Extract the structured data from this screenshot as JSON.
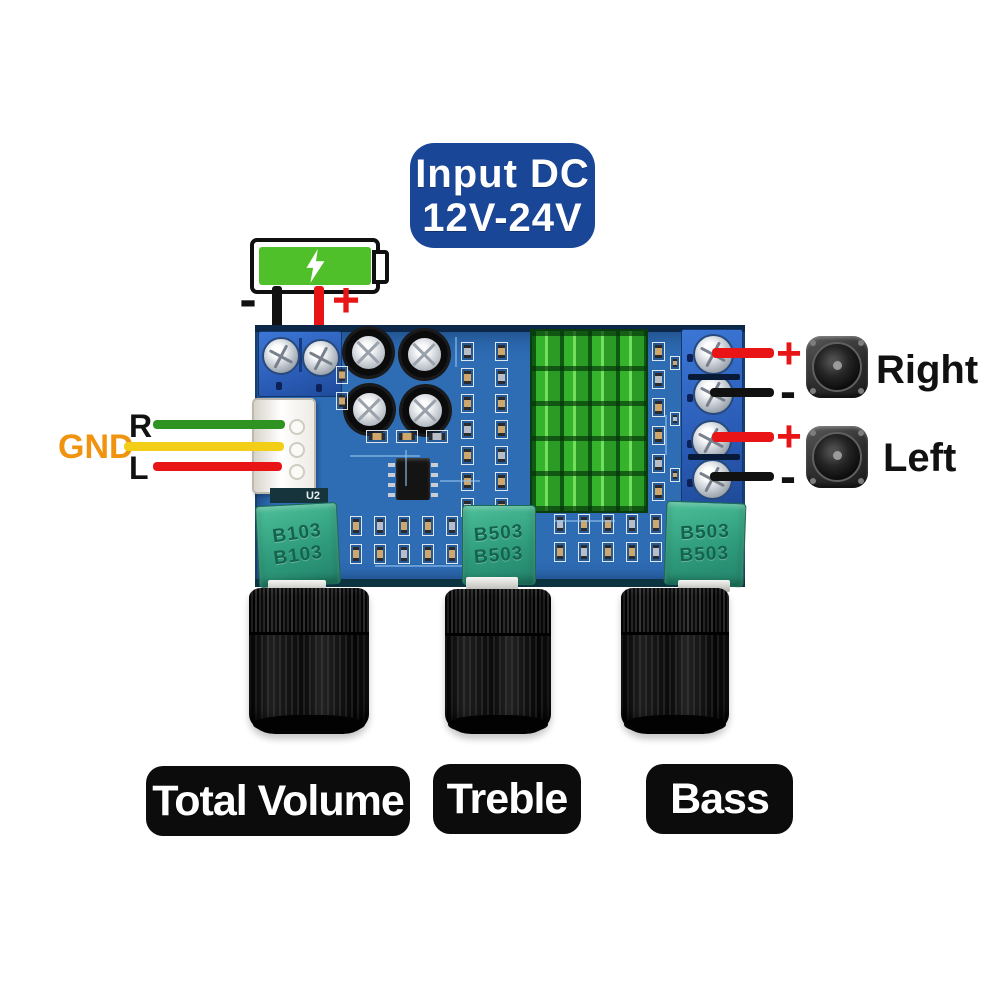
{
  "badge": {
    "line1": "Input DC",
    "line2": "12V-24V"
  },
  "power": {
    "minus": "-",
    "plus": "+",
    "battery_icon": "battery-charging",
    "lightning_icon": "lightning-bolt"
  },
  "inputs_left": {
    "r": "R",
    "gnd": "GND",
    "l": "L"
  },
  "outputs_right": {
    "right": {
      "plus": "+",
      "minus": "-",
      "label": "Right"
    },
    "left": {
      "plus": "+",
      "minus": "-",
      "label": "Left"
    }
  },
  "board": {
    "silkscreen_u2": "U2",
    "pots": [
      {
        "line1": "B103",
        "line2": "B103"
      },
      {
        "line1": "B503",
        "line2": "B503"
      },
      {
        "line1": "B503",
        "line2": "B503"
      }
    ]
  },
  "knob_labels": {
    "volume": "Total Volume",
    "treble": "Treble",
    "bass": "Bass"
  },
  "colors": {
    "badge_blue": "#1a4697",
    "battery_green": "#4fc02a",
    "pcb_blue": "#2e6cb4",
    "terminal_blue": "#2a5cb6",
    "heatsink_green": "#35b32d",
    "pot_green": "#2f9c7c",
    "wire_red": "#e81416",
    "wire_black": "#111111",
    "wire_green": "#2f9321",
    "wire_yellow": "#f2cf16",
    "gnd_orange": "#f0930e",
    "label_black": "#0c0c0c"
  },
  "icons": {
    "battery": "battery-icon",
    "lightning": "lightning-icon",
    "speaker": "speaker-icon"
  }
}
